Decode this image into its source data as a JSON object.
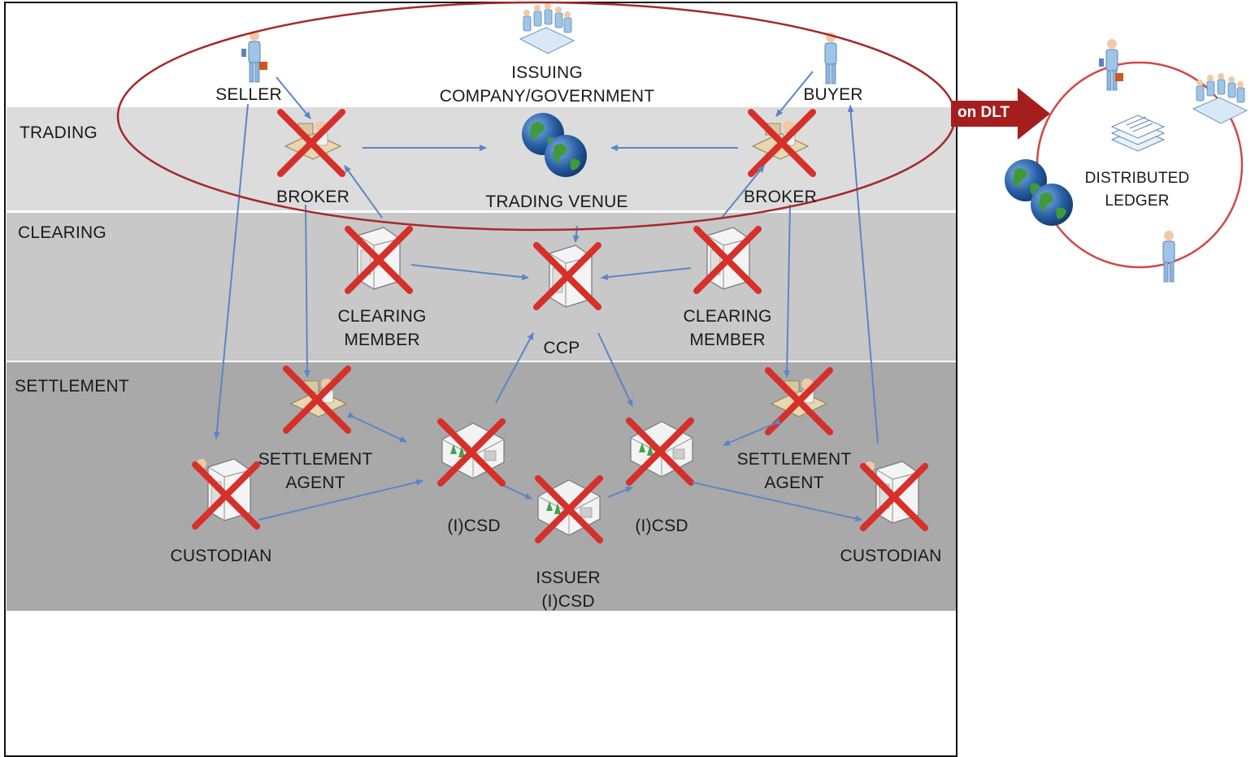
{
  "bands": {
    "trading": "TRADING",
    "clearing": "CLEARING",
    "settlement": "SETTLEMENT"
  },
  "nodes": {
    "seller": "SELLER",
    "issuer_line1": "ISSUING",
    "issuer_line2": "COMPANY/GOVERNMENT",
    "buyer": "BUYER",
    "broker_left": "BROKER",
    "trading_venue": "TRADING VENUE",
    "broker_right": "BROKER",
    "clearing_member_left_1": "CLEARING",
    "clearing_member_left_2": "MEMBER",
    "ccp": "CCP",
    "clearing_member_right_1": "CLEARING",
    "clearing_member_right_2": "MEMBER",
    "settlement_agent_left_1": "SETTLEMENT",
    "settlement_agent_left_2": "AGENT",
    "settlement_agent_right_1": "SETTLEMENT",
    "settlement_agent_right_2": "AGENT",
    "custodian_left": "CUSTODIAN",
    "custodian_right": "CUSTODIAN",
    "icsd_left": "(I)CSD",
    "icsd_right": "(I)CSD",
    "issuer_icsd_1": "ISSUER",
    "issuer_icsd_2": "(I)CSD"
  },
  "dlt": {
    "arrow_label": "on DLT",
    "ledger_line1": "DISTRIBUTED",
    "ledger_line2": "LEDGER"
  },
  "colors": {
    "arrow": "#5b86c5",
    "cross": "#d6302b",
    "ellipse": "#a52a2a",
    "dlt_arrow": "#a51e1e",
    "ledger_circle": "#d04848"
  },
  "icons": [
    "person-icon",
    "meeting-icon",
    "globe-icon",
    "broker-desk-icon",
    "server-icon",
    "document-stack-icon"
  ]
}
